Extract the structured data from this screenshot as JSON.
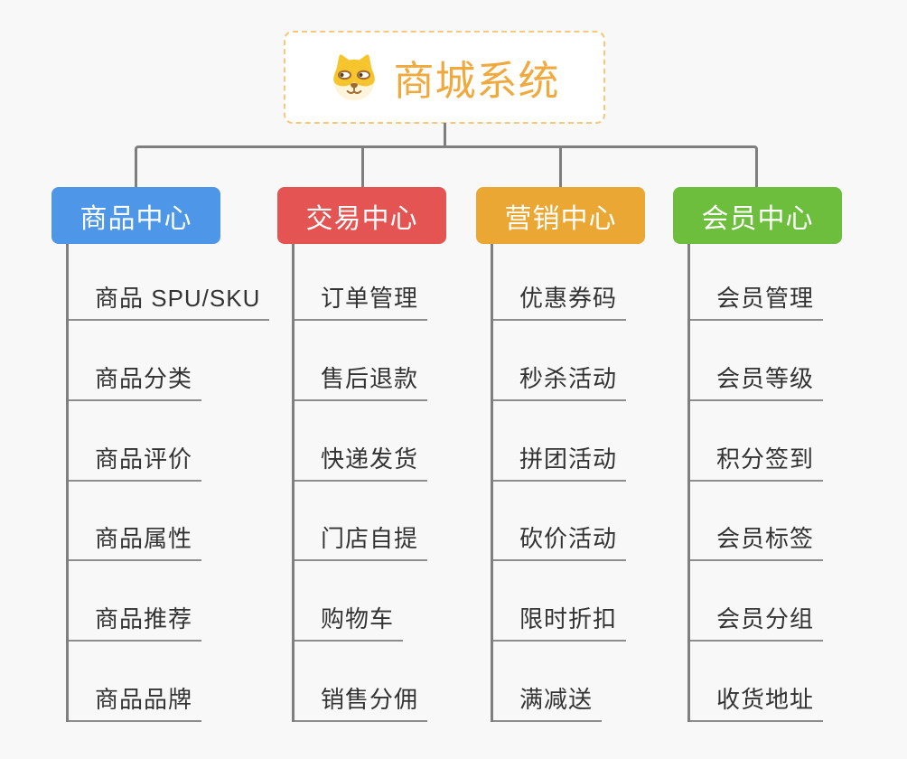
{
  "app": {
    "background_color": "#f8f8f8",
    "connector_color": "#7f7f7f",
    "underline_color": "#8d8d8d"
  },
  "root": {
    "title": "商城系统",
    "title_color": "#efa93d",
    "border_color": "#f6c77c",
    "icon": "dog-face-icon"
  },
  "branches": [
    {
      "label": "商品中心",
      "color": "#4d96e8",
      "children": [
        "商品 SPU/SKU",
        "商品分类",
        "商品评价",
        "商品属性",
        "商品推荐",
        "商品品牌"
      ]
    },
    {
      "label": "交易中心",
      "color": "#e35452",
      "children": [
        "订单管理",
        "售后退款",
        "快递发货",
        "门店自提",
        "购物车",
        "销售分佣"
      ]
    },
    {
      "label": "营销中心",
      "color": "#eba733",
      "children": [
        "优惠券码",
        "秒杀活动",
        "拼团活动",
        "砍价活动",
        "限时折扣",
        "满减送"
      ]
    },
    {
      "label": "会员中心",
      "color": "#6cbe3c",
      "children": [
        "会员管理",
        "会员等级",
        "积分签到",
        "会员标签",
        "会员分组",
        "收货地址"
      ]
    }
  ]
}
